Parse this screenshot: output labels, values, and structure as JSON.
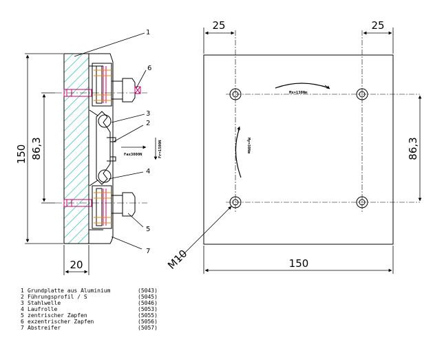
{
  "dimensions": {
    "left_height": "150",
    "left_spacing": "86,3",
    "left_plate_width": "20",
    "right_top_left": "25",
    "right_top_right": "25",
    "right_spacing": "86,3",
    "right_width": "150",
    "thread_label": "M10"
  },
  "forces": {
    "fax": "Fax3000N",
    "fr": "Fr=1500N",
    "mx_top": "Mx=130Nm",
    "my_left": "My=30Nm"
  },
  "balloons": [
    "1",
    "6",
    "3",
    "2",
    "4",
    "5",
    "7"
  ],
  "legend": [
    {
      "num": "1",
      "text": "Grundplatte aus Aluminium",
      "code": "(5043)"
    },
    {
      "num": "2",
      "text": "Führungsprofil / S",
      "code": "(5045)"
    },
    {
      "num": "3",
      "text": "Stahlwelle",
      "code": "(5046)"
    },
    {
      "num": "4",
      "text": "Laufrolle",
      "code": "(5053)"
    },
    {
      "num": "5",
      "text": "zentrischer Zapfen",
      "code": "(5055)"
    },
    {
      "num": "6",
      "text": "exzentrischer Zapfen",
      "code": "(5056)"
    },
    {
      "num": "7",
      "text": "Abstreifer",
      "code": "(5057)"
    }
  ]
}
